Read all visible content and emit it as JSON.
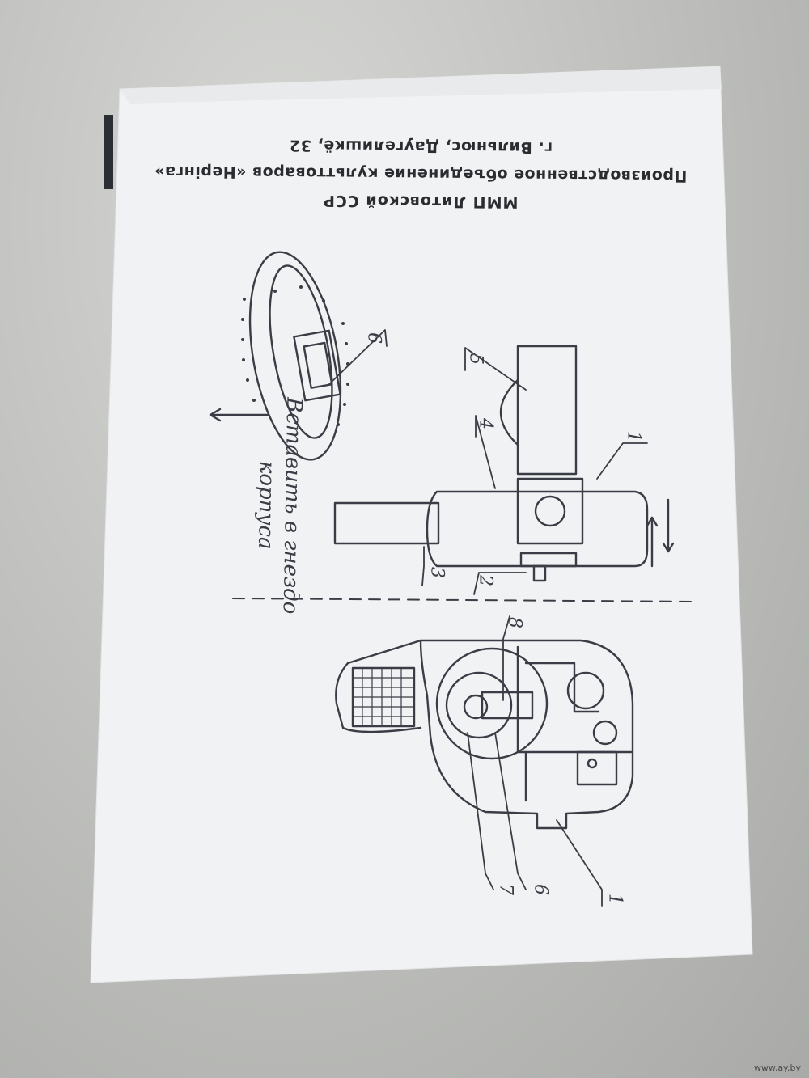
{
  "document": {
    "header": {
      "line1": "ММП Литовской ССР",
      "line2": "Производственное объединение культтоваров «Нерінга»",
      "line3": "г. Вильнюс, Даугелишкё, 32"
    },
    "instruction": {
      "line1": "Вставить в гнездо",
      "line2": "корпуса"
    },
    "callouts": [
      "1",
      "2",
      "3",
      "4",
      "5",
      "6",
      "1",
      "7",
      "6",
      "8"
    ]
  },
  "watermark": "www.ay.by",
  "colors": {
    "paper": "#f1f2f4",
    "ink": "#3a3d45",
    "background": "#bfc0bd"
  }
}
